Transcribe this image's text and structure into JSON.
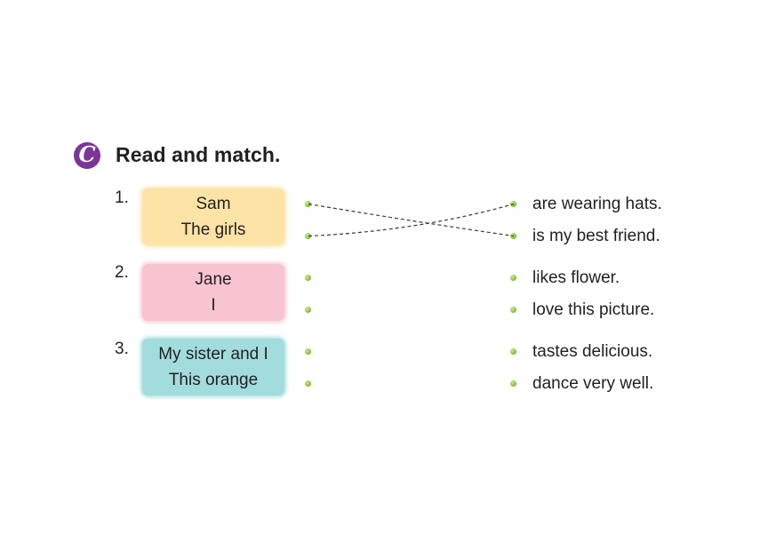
{
  "section": {
    "badge_letter": "C",
    "title": "Read and match."
  },
  "items": [
    {
      "number": "1.",
      "color": "#fde3a6",
      "subjects": [
        "Sam",
        "The girls"
      ]
    },
    {
      "number": "2.",
      "color": "#f8c4cf",
      "subjects": [
        "Jane",
        "I"
      ]
    },
    {
      "number": "3.",
      "color": "#a3dcdc",
      "subjects": [
        "My sister and I",
        "This orange"
      ]
    }
  ],
  "endings": [
    "are wearing hats.",
    "is my best friend.",
    "likes flower.",
    "love this picture.",
    "tastes delicious.",
    "dance very well."
  ],
  "matches": [
    {
      "subject": "Sam",
      "ending": "is my best friend."
    },
    {
      "subject": "The girls",
      "ending": "are wearing hats."
    }
  ],
  "colors": {
    "badge": "#7b3597",
    "dot": "#8cc63f",
    "line": "#3a3a3a"
  }
}
